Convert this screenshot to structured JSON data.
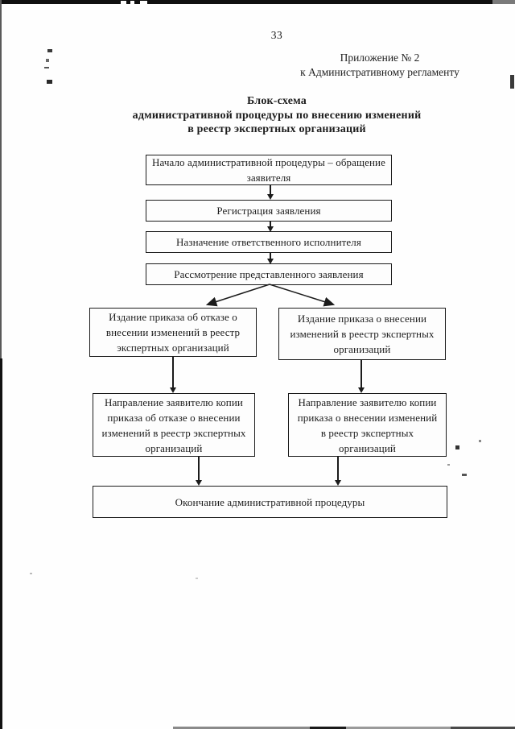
{
  "page": {
    "number": "33",
    "annex": "Приложение № 2\nк Административному регламенту",
    "title": "Блок-схема\nадминистративной процедуры по внесению изменений\nв реестр экспертных организаций"
  },
  "flowchart": {
    "nodes": {
      "start": "Начало административной процедуры – обращение\nзаявителя",
      "registration": "Регистрация заявления",
      "assign_executor": "Назначение ответственного исполнителя",
      "review": "Рассмотрение представленного заявления",
      "order_refusal": "Издание приказа об отказе о\nвнесении изменений в реестр\nэкспертных организаций",
      "order_amend": "Издание приказа о внесении\nизменений в реестр экспертных\nорганизаций",
      "send_refusal_copy": "Направление заявителю копии\nприказа об отказе о внесении\nизменений в реестр экспертных\nорганизаций",
      "send_amend_copy": "Направление заявителю копии\nприказа о внесении изменений\nв реестр экспертных\nорганизаций",
      "end": "Окончание административной процедуры"
    }
  },
  "colors": {
    "ink": "#1b1b1b",
    "paper": "#fefefe"
  }
}
